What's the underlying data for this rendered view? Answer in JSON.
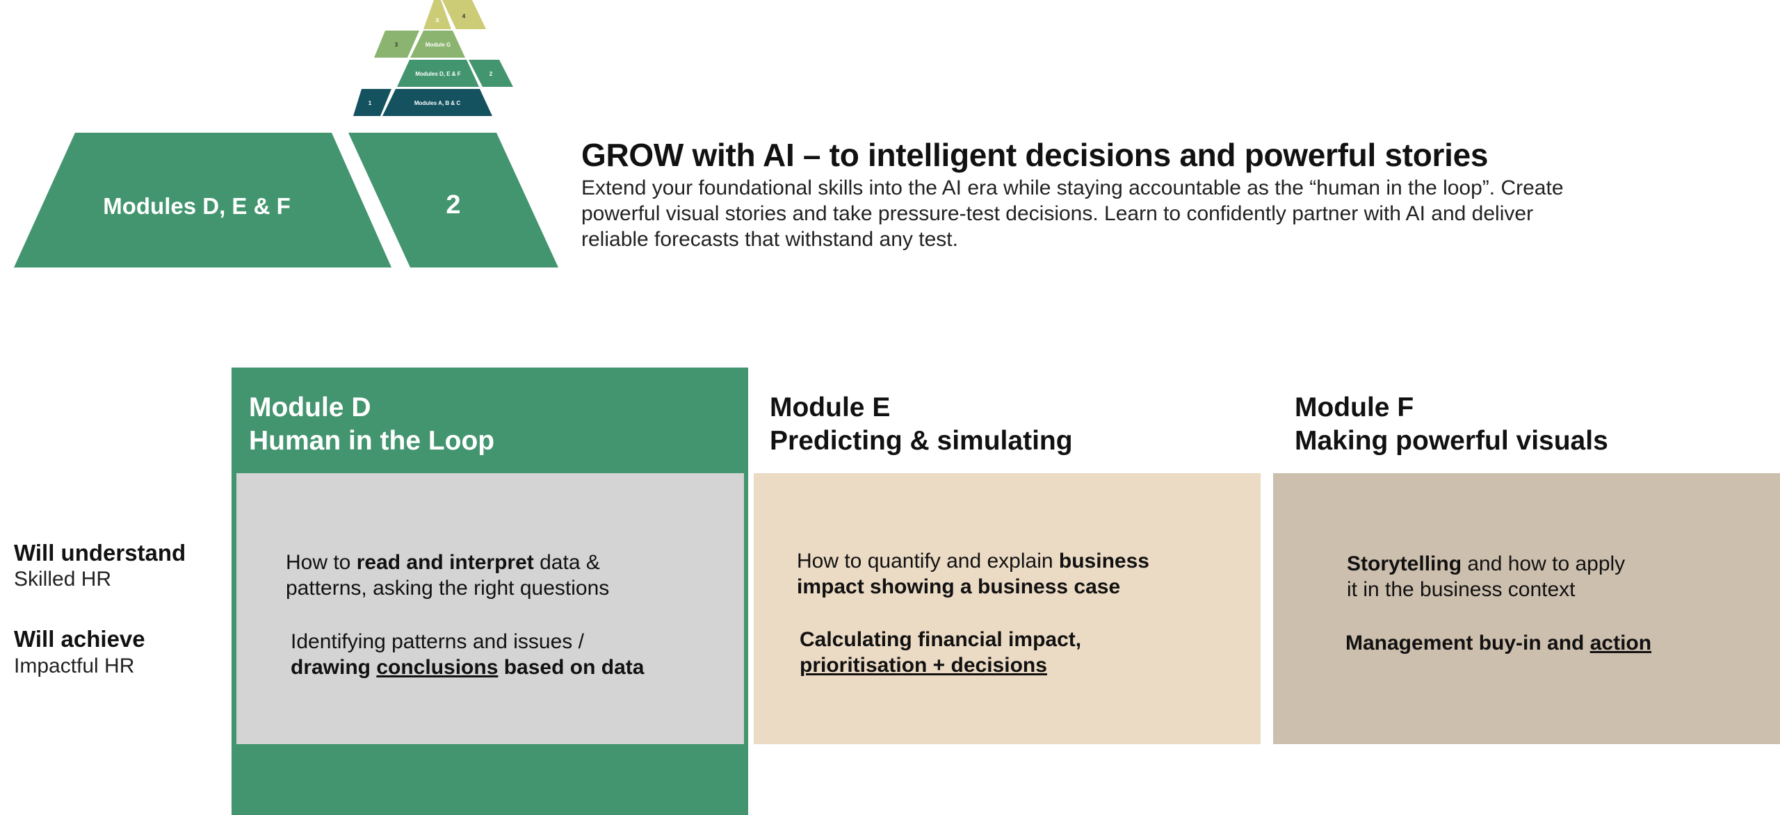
{
  "pyramid": {
    "levels": [
      {
        "label": "X",
        "side": "4"
      },
      {
        "label": "Module G",
        "side": "3"
      },
      {
        "label": "Modules D, E & F",
        "side": "2"
      },
      {
        "label": "Modules A, B & C",
        "side": "1"
      }
    ],
    "colors": {
      "top": "#CCCB76",
      "g": "#8AB46F",
      "def": "#43956F",
      "abc": "#14525F"
    }
  },
  "highlight": {
    "label": "Modules D, E & F",
    "number": "2",
    "color": "#43956F"
  },
  "header": {
    "title": "GROW with AI – to intelligent decisions and powerful stories",
    "intro": "Extend your foundational skills into the AI era while staying accountable as the “human in the loop”. Create powerful visual stories and take pressure-test decisions. Learn to confidently partner with AI and deliver reliable forecasts that withstand any test."
  },
  "rows": {
    "understand": {
      "title": "Will understand",
      "sub": "Skilled HR"
    },
    "achieve": {
      "title": "Will achieve",
      "sub": "Impactful HR"
    }
  },
  "modules": [
    {
      "name": "Module D",
      "subtitle": "Human in the Loop",
      "color": "#D4D4D4",
      "understand": {
        "a": "How to ",
        "b": "read and interpret",
        "c": " data &",
        "line2": "patterns, asking the right questions"
      },
      "achieve": {
        "line1": "Identifying patterns and issues /",
        "a": "drawing ",
        "u": "conclusions",
        "c": " based on data"
      }
    },
    {
      "name": "Module E",
      "subtitle": "Predicting & simulating",
      "color": "#EBDAC4",
      "understand": {
        "a": "How to quantify and explain ",
        "b": "business",
        "line2": "impact showing a business case"
      },
      "achieve": {
        "line1": "Calculating financial impact,",
        "u": "prioritisation + decisions"
      }
    },
    {
      "name": "Module F",
      "subtitle": "Making powerful visuals",
      "color": "#CDBFAE",
      "understand": {
        "b": "Storytelling",
        "c": " and how to apply",
        "line2": "it in the business context"
      },
      "achieve": {
        "a": "Management buy-in and ",
        "u": "action"
      }
    }
  ]
}
